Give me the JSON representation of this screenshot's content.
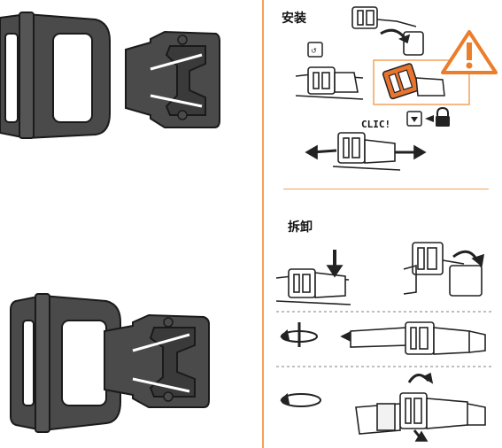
{
  "install": {
    "title": "安装",
    "click_label": "CLIC!"
  },
  "remove": {
    "title": "拆卸"
  },
  "colors": {
    "buckle": "#4a4a4a",
    "buckle_stroke": "#1a1a1a",
    "accent": "#f3a15c",
    "warning": "#ec7d2a",
    "highlight": "#e8742e",
    "line": "#222222"
  },
  "icons": [
    "warning-icon",
    "lock-icon",
    "rotate-cw-icon",
    "rotate-ccw-icon",
    "arrow-left-icon",
    "arrow-right-icon",
    "arrow-down-icon"
  ]
}
